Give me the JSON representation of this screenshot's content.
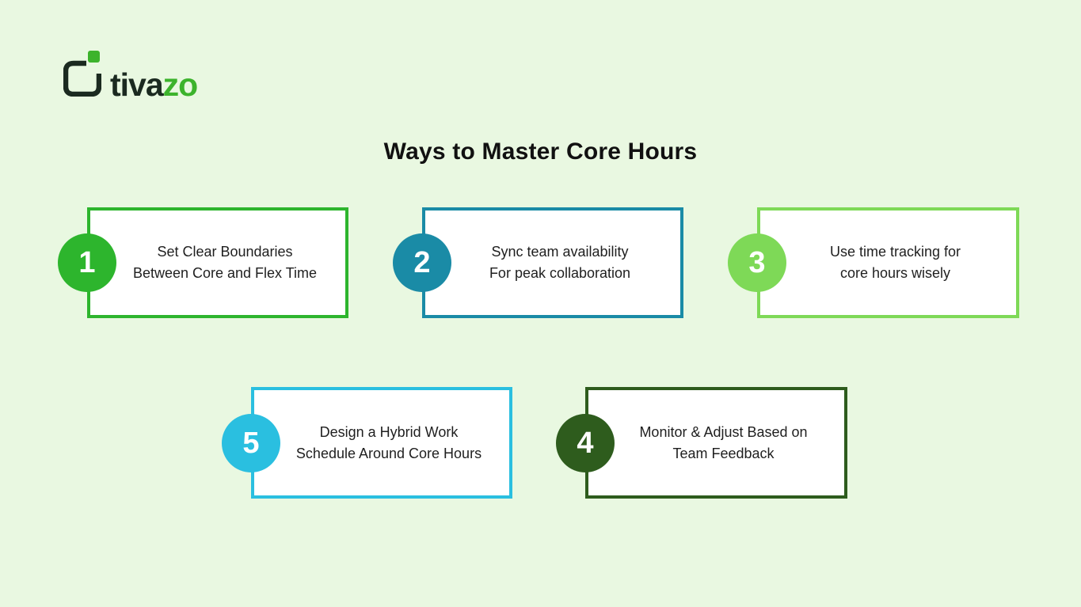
{
  "background": "#e9f8e1",
  "logo": {
    "text_primary": "tiva",
    "text_accent": "zo",
    "brand_dark": "#1b2a20",
    "brand_accent": "#3cb32c"
  },
  "title": {
    "text": "Ways to Master Core Hours",
    "color": "#111111"
  },
  "cards": [
    {
      "number": "1",
      "accent": "#2db52d",
      "lines": [
        "Set Clear Boundaries",
        "Between Core and Flex Time"
      ]
    },
    {
      "number": "2",
      "accent": "#1a8ba6",
      "lines": [
        "Sync team availability",
        "For peak collaboration"
      ]
    },
    {
      "number": "3",
      "accent": "#7ed957",
      "lines": [
        "Use time tracking for",
        "core hours wisely"
      ]
    },
    {
      "number": "5",
      "accent": "#2abfe0",
      "lines": [
        "Design a Hybrid Work",
        "Schedule Around Core Hours"
      ]
    },
    {
      "number": "4",
      "accent": "#2e5c1d",
      "lines": [
        "Monitor & Adjust Based on",
        "Team Feedback"
      ]
    }
  ]
}
